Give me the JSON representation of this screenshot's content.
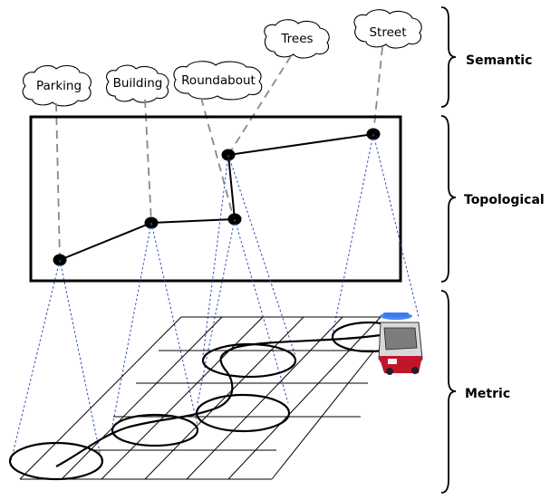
{
  "concepts": {
    "parking": "Parking",
    "building": "Building",
    "roundabout": "Roundabout",
    "trees": "Trees",
    "street": "Street"
  },
  "layers": {
    "semantic": "Semantic",
    "topological": "Topological",
    "metric": "Metric"
  },
  "colors": {
    "ink": "#000000",
    "connector_dashed": "#888888",
    "projection_dotted": "#2a4fb4",
    "vehicle_body": "#c8c8c8",
    "vehicle_accent": "#c2142b",
    "vehicle_lidar": "#3a7bf0"
  }
}
